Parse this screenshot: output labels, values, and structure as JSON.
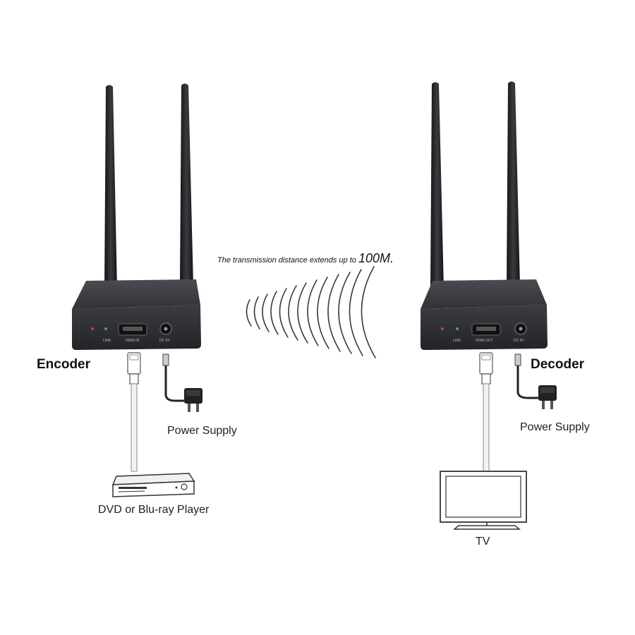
{
  "transmission": {
    "text": "The transmission distance extends up to",
    "distance": "100M."
  },
  "encoder": {
    "label": "Encoder",
    "ports": {
      "led": "LINK",
      "hdmi": "HDMI IN",
      "dc": "DC 5V"
    },
    "power_label": "Power Supply",
    "source_label": "DVD or Blu-ray Player"
  },
  "decoder": {
    "label": "Decoder",
    "ports": {
      "led": "LINK",
      "hdmi": "HDMI OUT",
      "dc": "DC 5V"
    },
    "power_label": "Power Supply",
    "sink_label": "TV"
  },
  "colors": {
    "device_body": "#2b2d31",
    "device_top": "#3a3c41",
    "antenna": "#1e1f22",
    "led_red": "#e0392b",
    "led_green": "#3bb54a",
    "cable": "#d9d9d9",
    "wave": "#3a3a3a"
  }
}
